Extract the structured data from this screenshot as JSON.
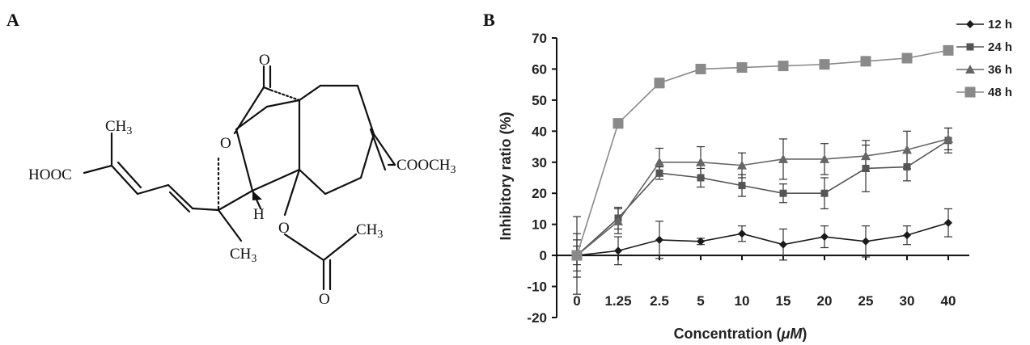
{
  "panels": {
    "a_label": "A",
    "b_label": "B"
  },
  "structure": {
    "atoms": {
      "hooc": "HOOC",
      "ch3_top": "CH3",
      "o_top": "O",
      "o_ring": "O",
      "cooch3": "COOCH3",
      "h": "H",
      "o_acetyl": "O",
      "ch3_acetyl": "CH3",
      "ch3_bottom": "CH3",
      "o_bottom": "O"
    }
  },
  "chart_data": {
    "type": "line",
    "title": "",
    "xlabel_prefix": "Concentration (",
    "xlabel_unit": "μM",
    "xlabel_suffix": ")",
    "ylabel": "Inhibitory ratio (%)",
    "categories": [
      "0",
      "1.25",
      "2.5",
      "5",
      "10",
      "15",
      "20",
      "25",
      "30",
      "40"
    ],
    "ylim": [
      -20,
      70
    ],
    "yticks": [
      -20,
      -10,
      0,
      10,
      20,
      30,
      40,
      50,
      60,
      70
    ],
    "grid": false,
    "legend_position": "top-right",
    "series": [
      {
        "name": "12 h",
        "marker": "diamond",
        "color": "#1a1a1a",
        "values": [
          0,
          1.5,
          5,
          4.5,
          7,
          3.5,
          6,
          4.5,
          6.5,
          10.5
        ],
        "errors": [
          7,
          4.5,
          6,
          1,
          2.5,
          5,
          3.5,
          5,
          3,
          4.5
        ]
      },
      {
        "name": "24 h",
        "marker": "square",
        "color": "#555555",
        "values": [
          0,
          12,
          26.5,
          25,
          22.5,
          20,
          20,
          28,
          28.5,
          37
        ],
        "errors": [
          12.5,
          3.5,
          2,
          3,
          3.5,
          3,
          5,
          7.5,
          4.5,
          4
        ]
      },
      {
        "name": "36 h",
        "marker": "triangle",
        "color": "#666666",
        "values": [
          0,
          11,
          30,
          30,
          29,
          31,
          31,
          32,
          34,
          37.5
        ],
        "errors": [
          5,
          4,
          4.5,
          5,
          4,
          6.5,
          5,
          5,
          6,
          3.5
        ]
      },
      {
        "name": "48 h",
        "marker": "square-big",
        "color": "#8a8a8a",
        "values": [
          0,
          42.5,
          55.5,
          60,
          60.5,
          61,
          61.5,
          62.5,
          63.5,
          66
        ],
        "errors": [
          3,
          1.5,
          1.5,
          0.8,
          0.5,
          0.5,
          0.5,
          0.5,
          0.5,
          0.5
        ]
      }
    ]
  }
}
